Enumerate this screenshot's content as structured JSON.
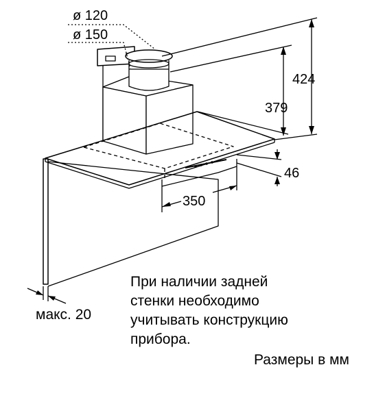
{
  "dimensions": {
    "duct_small": "ø 120",
    "duct_large": "ø 150",
    "height_total": "424",
    "height_lower": "379",
    "glass_thickness": "46",
    "depth": "350",
    "max_label": "макс. 20"
  },
  "note_lines": [
    "При наличии задней",
    "стенки необходимо",
    "учитывать конструкцию",
    "прибора."
  ],
  "units_note": "Размеры в мм"
}
